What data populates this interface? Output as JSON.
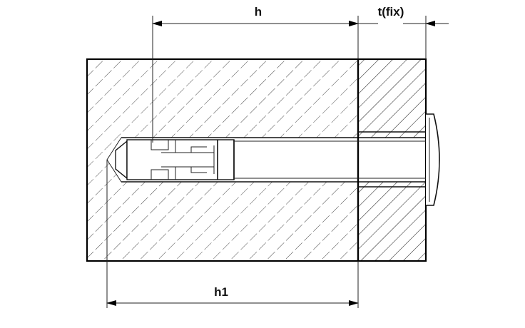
{
  "diagram": {
    "labels": {
      "h": "h",
      "t_fix": "t(fix)",
      "h1": "h1"
    }
  }
}
